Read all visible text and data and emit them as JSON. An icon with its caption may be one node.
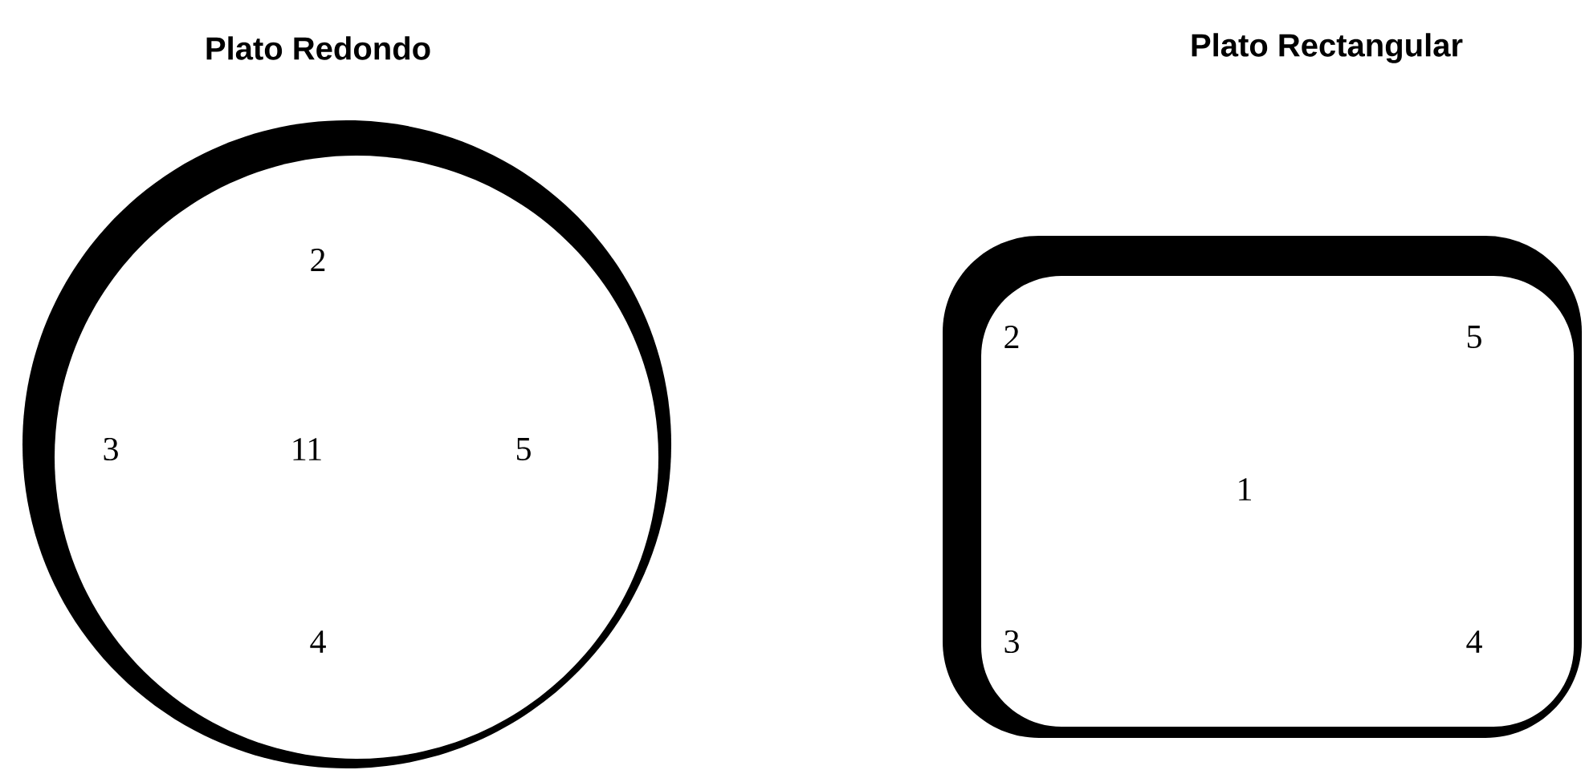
{
  "diagram": {
    "nodes": [
      {
        "text": [
          "2",
          "3",
          "11",
          "5",
          "4"
        ]
      },
      {
        "text": [
          "2",
          "5",
          "1",
          "3",
          "4"
        ]
      }
    ],
    "labels": [
      "Plato Redondo",
      "Plato Rectangular"
    ]
  }
}
